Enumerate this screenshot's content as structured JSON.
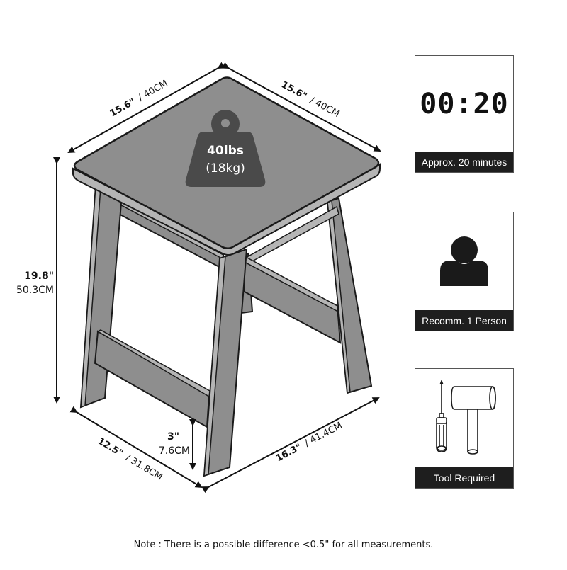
{
  "product": {
    "type": "stool",
    "weight_capacity": {
      "lbs": "40lbs",
      "kg": "(18kg)"
    },
    "top_width_left": {
      "in": "15.6\"",
      "cm": "/ 40CM"
    },
    "top_width_right": {
      "in": "15.6\"",
      "cm": "/ 40CM"
    },
    "height": {
      "in": "19.8\"",
      "cm": "50.3CM"
    },
    "base_depth": {
      "in": "12.5\"",
      "cm": "/ 31.8CM"
    },
    "base_width": {
      "in": "16.3\"",
      "cm": "/ 41.4CM"
    },
    "rung_height": {
      "in": "3\"",
      "cm": "7.6CM"
    }
  },
  "cards": [
    {
      "icon": "timer-icon",
      "display": "00:20",
      "caption": "Approx. 20 minutes"
    },
    {
      "icon": "person-icon",
      "caption": "Recomm. 1 Person"
    },
    {
      "icon": "tools-icon",
      "caption": "Tool Required"
    }
  ],
  "colors": {
    "wood": "#8e8e8e",
    "wood_light": "#b5b5b5",
    "outline": "#1a1a1a",
    "weight_badge": "#4a4a4a",
    "caption_bg": "#1e1e1e"
  },
  "note": "Note : There is a possible difference <0.5\" for all measurements."
}
